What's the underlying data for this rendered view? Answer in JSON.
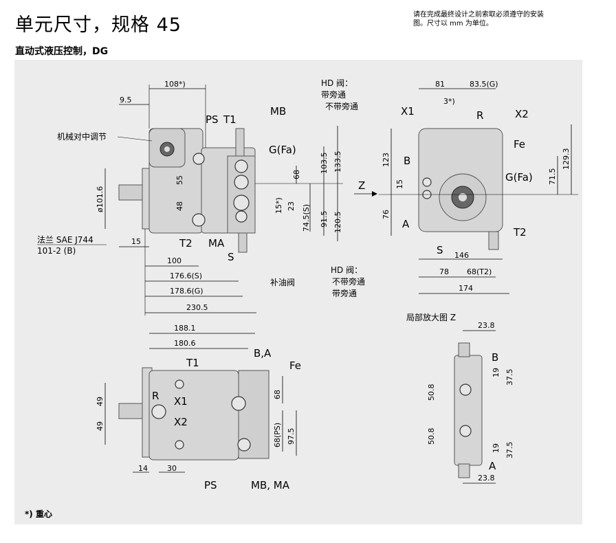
{
  "header": {
    "title": "单元尺寸，规格 45",
    "subtitle": "直动式液压控制，DG",
    "note_line1": "请在完成最终设计之前索取必须遵守的安装",
    "note_line2": "图。尺寸以 mm 为单位。"
  },
  "footnote": "*) 重心",
  "colors": {
    "panel_bg": "#ececec",
    "pump_body": "#d6d6d6"
  },
  "side_view": {
    "dims": {
      "d108": "108*)",
      "d9_5": "9.5",
      "d55": "55",
      "d48": "48",
      "d101_6": "ø101.6",
      "d15": "15",
      "d100": "100",
      "d176_6": "176.6(S)",
      "d178_6": "178.6(G)",
      "d230_5": "230.5",
      "d133_5": "133.5",
      "d103_5": "103.5",
      "d68": "68",
      "d15s": "15*)",
      "d23": "23",
      "d74_5": "74.5(S)",
      "d91_5": "91.5",
      "d120_5": "120.5"
    },
    "labels": {
      "mech_adjust": "机械对中调节",
      "flange1": "法兰 SAE J744",
      "flange2": "101-2 (B)",
      "hd_top1": "HD 阀：",
      "hd_top2": "带旁通",
      "hd_top3": "不带旁通",
      "hd_bot1": "HD 阀：",
      "hd_bot2": "不带旁通",
      "hd_bot3": "带旁通",
      "boost_valve": "补油阀",
      "ps": "PS",
      "t1": "T1",
      "mb": "MB",
      "gfa": "G(Fa)",
      "t2": "T2",
      "ma": "MA",
      "s": "S",
      "z": "Z"
    }
  },
  "end_view": {
    "dims": {
      "d81": "81",
      "d83_5": "83.5(G)",
      "d3": "3*)",
      "d123": "123",
      "d15": "15",
      "d76": "76",
      "d129_3": "129.3",
      "d71_5": "71.5",
      "d146": "146",
      "d78": "78",
      "d68t2": "68(T2)",
      "d174": "174"
    },
    "labels": {
      "x1": "X1",
      "r": "R",
      "x2": "X2",
      "fe": "Fe",
      "b": "B",
      "gfa": "G(Fa)",
      "a": "A",
      "t2": "T2",
      "s": "S"
    }
  },
  "top_view": {
    "dims": {
      "d188_1": "188.1",
      "d180_6": "180.6",
      "d49a": "49",
      "d49b": "49",
      "d68": "68",
      "d68ps": "68(PS)",
      "d97_5": "97.5",
      "d14": "14",
      "d30": "30"
    },
    "labels": {
      "t1": "T1",
      "ba": "B,A",
      "fe": "Fe",
      "r": "R",
      "x1": "X1",
      "x2": "X2",
      "ps": "PS",
      "mb_ma": "MB, MA"
    }
  },
  "detail_z": {
    "title": "局部放大图 Z",
    "dims": {
      "d23_8a": "23.8",
      "d19a": "19",
      "d37_5a": "37.5",
      "d50_8a": "50.8",
      "d50_8b": "50.8",
      "d19b": "19",
      "d37_5b": "37.5",
      "d23_8b": "23.8"
    },
    "labels": {
      "b": "B",
      "a": "A"
    }
  }
}
